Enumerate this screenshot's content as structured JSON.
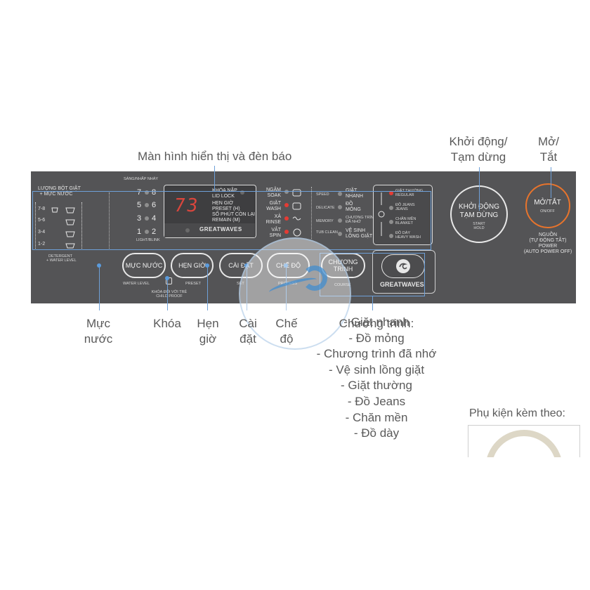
{
  "top_labels": {
    "display_label": "Màn hình hiển thị và đèn báo",
    "start_pause": [
      "Khởi động/",
      "Tạm dừng"
    ],
    "on_off": [
      "Mở/",
      "Tắt"
    ]
  },
  "panel": {
    "detergent_title": [
      "LƯỢNG BỘT GIẶT",
      "+ MỰC NƯỚC"
    ],
    "detergent_levels": [
      "7-8",
      "5-6",
      "3-4",
      "1-2"
    ],
    "detergent_footer": [
      "DETERGENT",
      "+ WATER LEVEL"
    ],
    "blink_label": "SÁNG/NHẤP NHÁY",
    "number_pairs": [
      [
        "7",
        "8"
      ],
      [
        "5",
        "6"
      ],
      [
        "3",
        "4"
      ],
      [
        "1",
        "2"
      ]
    ],
    "light_blink": "LIGHT/BLINK",
    "display_value": "73",
    "indicators": [
      {
        "vi": "KHÓA NẮP",
        "en": "LID LOCK"
      },
      {
        "vi": "HẸN GIỜ",
        "en": "PRESET (H)"
      },
      {
        "vi": "SỐ PHÚT CÒN LẠI",
        "en": "REMAIN (M)"
      }
    ],
    "brand_small": "GREATWAVES",
    "process": [
      {
        "vi": "NGÂM",
        "en": "SOAK"
      },
      {
        "vi": "GIẶT",
        "en": "WASH"
      },
      {
        "vi": "XẢ",
        "en": "RINSE"
      },
      {
        "vi": "VẮT",
        "en": "SPIN"
      }
    ],
    "course_left": [
      {
        "en": "SPEED",
        "vi1": "GIẶT",
        "vi2": "NHANH"
      },
      {
        "en": "DELICATE",
        "vi1": "ĐỒ",
        "vi2": "MỎNG"
      },
      {
        "en": "MEMORY",
        "vi1": "CHƯƠNG TRÌNH",
        "vi2": "ĐÃ NHỚ"
      },
      {
        "en": "TUB CLEAN",
        "vi1": "VỆ SINH",
        "vi2": "LỒNG GIẶT"
      }
    ],
    "course_right": [
      {
        "vi": "GIẶT THƯỜNG",
        "en": "REGULAR"
      },
      {
        "vi": "ĐỒ JEANS",
        "en": "JEANS"
      },
      {
        "vi": "CHĂN MỀN",
        "en": "BLANKET"
      },
      {
        "vi": "ĐỒ DÀY",
        "en": "HEAVY WASH"
      }
    ],
    "buttons": {
      "water": "MỰC NƯỚC",
      "timer": "HẸN GIỜ",
      "setup": "CÀI ĐẶT",
      "process": "CHẾ ĐỘ",
      "course": [
        "CHƯƠNG",
        "TRÌNH"
      ],
      "start": [
        "KHỞI ĐỘNG",
        "TẠM DỪNG"
      ],
      "start_en": [
        "START",
        "HOLD"
      ],
      "power": "MỞ/TẮT",
      "power_en": "ON/OFF"
    },
    "button_sub": {
      "water": "WATER LEVEL",
      "timer": "PRESET",
      "setup": "SET",
      "process": "PROCESS",
      "course": "COURSE"
    },
    "child_lock": [
      "KHÓA ĐỐI VỚI TRẺ",
      "CHILD PROOF"
    ],
    "power_label": [
      "NGUỒN",
      "(TỰ ĐỘNG TẮT)",
      "POWER",
      "(AUTO POWER OFF)"
    ],
    "brand_big": "GREATWAVES"
  },
  "bottom_labels": {
    "water": [
      "Mực",
      "nước"
    ],
    "lock": "Khóa",
    "timer": [
      "Hẹn",
      "giờ"
    ],
    "setup": [
      "Cài",
      "đặt"
    ],
    "process": [
      "Chế",
      "độ"
    ],
    "course_title": "Chương trình:",
    "course_items": [
      "- Giặt nhanh",
      "- Đồ mỏng",
      "- Chương trình đã nhớ",
      "- Vệ sinh lồng giặt",
      "- Giặt thường",
      "- Đồ Jeans",
      "- Chăn mền",
      "- Đồ dày"
    ],
    "accessory": "Phụ kiện kèm theo:"
  },
  "colors": {
    "panel": "#545456",
    "callout": "#5b9bdc",
    "power_ring": "#e8742c",
    "led_red": "#e53b34"
  }
}
